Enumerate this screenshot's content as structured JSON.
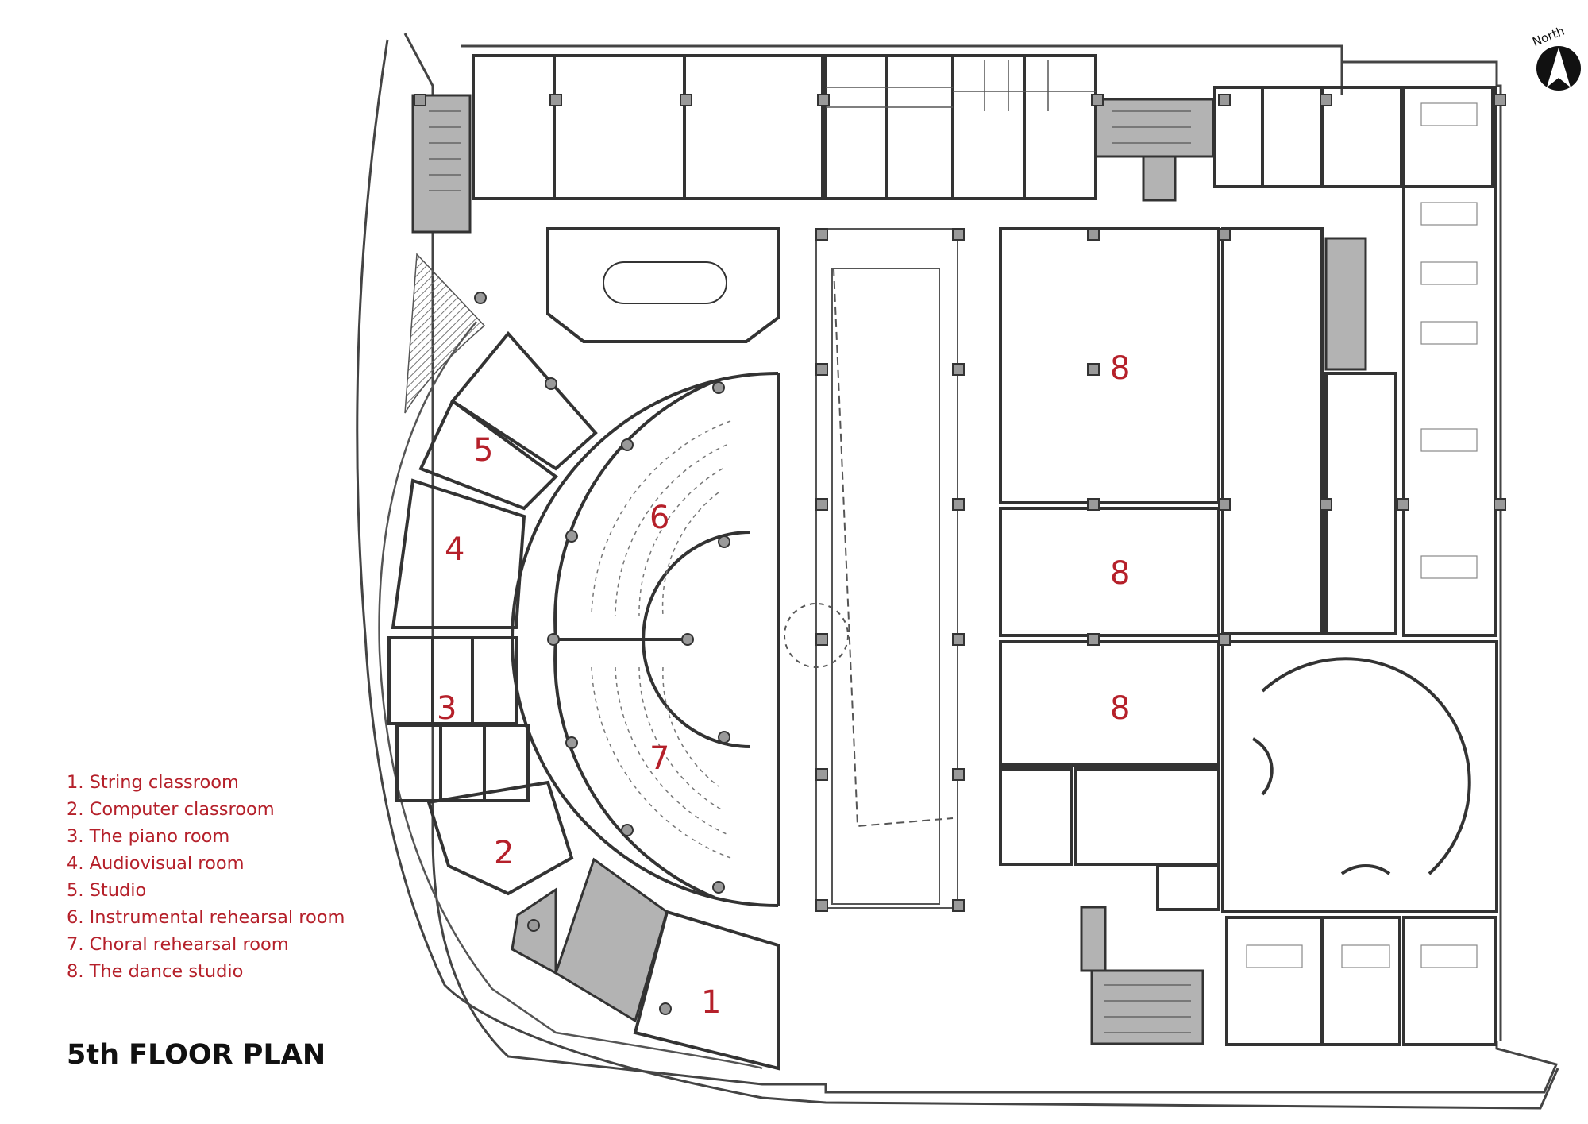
{
  "title": "5th FLOOR PLAN",
  "north_label": "North",
  "legend": [
    "1. String classroom",
    "2. Computer classroom",
    "3. The piano room",
    "4. Audiovisual room",
    "5. Studio",
    "6. Instrumental rehearsal room",
    "7. Choral rehearsal room",
    "8. The dance studio"
  ],
  "room_numbers": {
    "r1": "1",
    "r2": "2",
    "r3": "3",
    "r4": "4",
    "r5": "5",
    "r6": "6",
    "r7": "7",
    "r8a": "8",
    "r8b": "8",
    "r8c": "8"
  },
  "colors": {
    "legend_text": "#b5202a",
    "room_number": "#b5202a",
    "wall": "#333333",
    "core_fill": "#b3b3b3",
    "title": "#111111"
  }
}
